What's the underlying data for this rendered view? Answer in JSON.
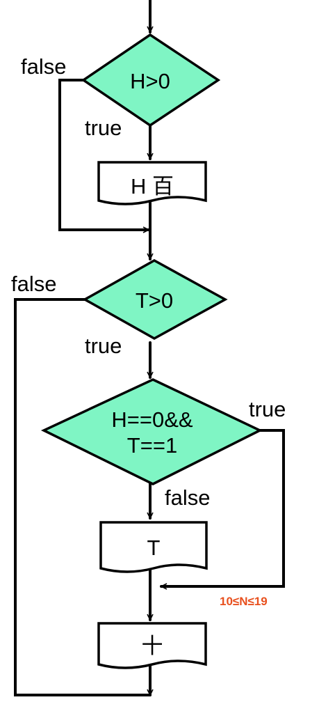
{
  "colors": {
    "decision_fill": "#7ff5c4",
    "stroke": "#000000",
    "note": "#e8501e"
  },
  "diagram": {
    "decision_h": {
      "condition": "H>0",
      "false_label": "false",
      "true_label": "true"
    },
    "output_hundred": {
      "text": "H 百"
    },
    "decision_t": {
      "condition": "T>0",
      "false_label": "false",
      "true_label": "true"
    },
    "decision_teen": {
      "condition_line1": "H==0&&",
      "condition_line2": "T==1",
      "true_label": "true",
      "false_label": "false"
    },
    "output_t": {
      "text": "T"
    },
    "output_ten": {
      "text": "十"
    },
    "range_note": "10≤N≤19"
  }
}
